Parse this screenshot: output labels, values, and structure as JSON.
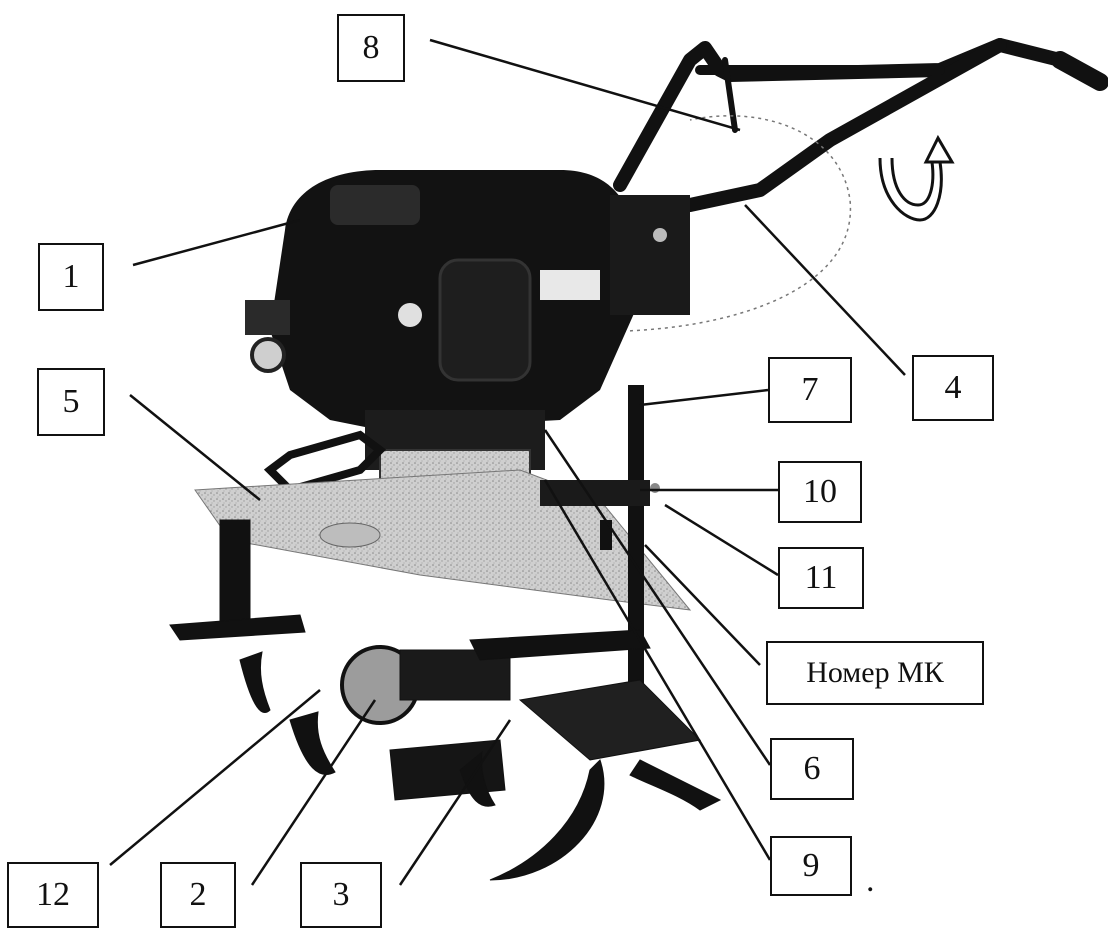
{
  "diagram": {
    "callouts": [
      {
        "id": "c8",
        "text": "8"
      },
      {
        "id": "c1",
        "text": "1"
      },
      {
        "id": "c5",
        "text": "5"
      },
      {
        "id": "c4",
        "text": "4"
      },
      {
        "id": "c7",
        "text": "7"
      },
      {
        "id": "c10",
        "text": "10"
      },
      {
        "id": "c11",
        "text": "11"
      },
      {
        "id": "cmk",
        "text": "Номер МК"
      },
      {
        "id": "c6",
        "text": "6"
      },
      {
        "id": "c9",
        "text": "9"
      },
      {
        "id": "c12",
        "text": "12"
      },
      {
        "id": "c2",
        "text": "2"
      },
      {
        "id": "c3",
        "text": "3"
      }
    ],
    "footnote_mark": "."
  }
}
